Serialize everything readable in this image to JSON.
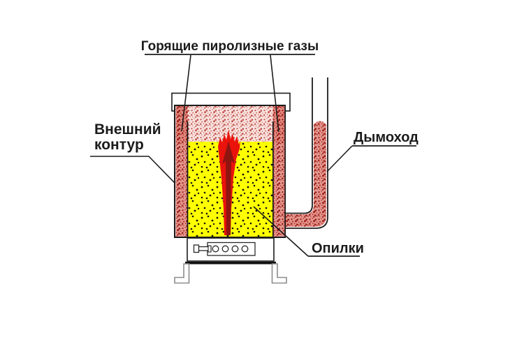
{
  "diagram": {
    "type": "pyrolysis-sawdust-stove-schematic",
    "labels": {
      "burning_gases": "Горящие пиролизные газы",
      "outer_contour": [
        "Внешний",
        "контур"
      ],
      "chimney": "Дымоход",
      "sawdust": "Опилки"
    },
    "colors": {
      "flame_bright": "#ea130b",
      "flame_dark": "#8f1511",
      "smoke_speckle": "#c0392b",
      "sawdust_yellow": "#ffff00",
      "line_black": "#1c1c1c",
      "leg_gray": "#8d8d8d",
      "background": "#ffffff"
    }
  }
}
